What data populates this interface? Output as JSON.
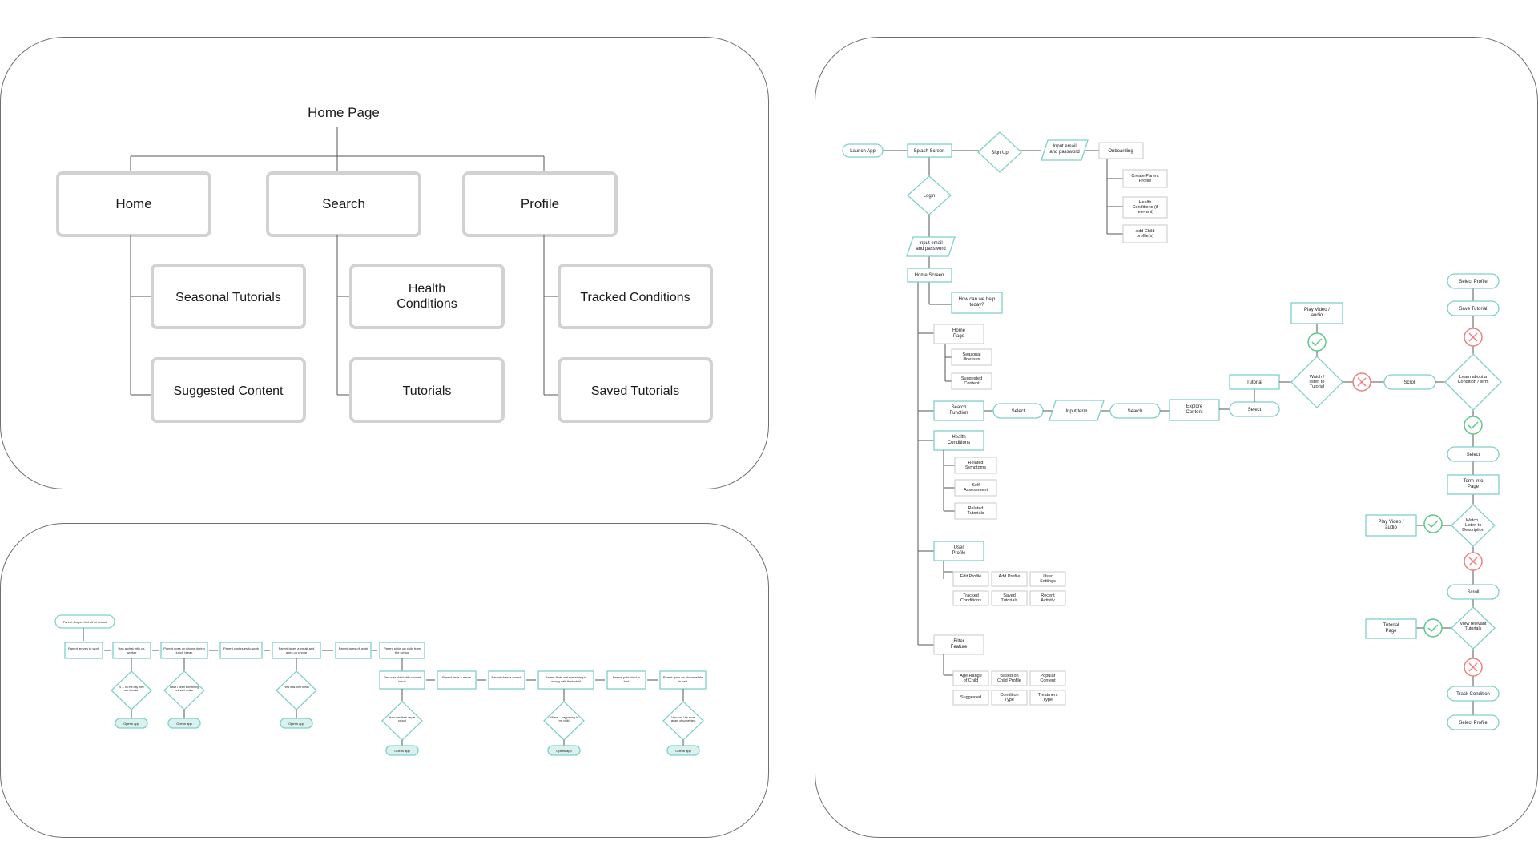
{
  "sitemap": {
    "root": "Home Page",
    "sections": [
      {
        "label": "Home",
        "children": [
          "Seasonal Tutorials",
          "Suggested Content"
        ]
      },
      {
        "label": "Search",
        "children": [
          "Health Conditions",
          "Tutorials"
        ]
      },
      {
        "label": "Profile",
        "children": [
          "Tracked Conditions",
          "Saved Tutorials"
        ]
      }
    ]
  },
  "userflow": {
    "launch": "Launch App",
    "splash": "Splash Screen",
    "signup": "Sign Up",
    "login": "Login",
    "input_email_top": "Input email and password",
    "input_email_left": "Input email and password",
    "onboarding": "Onboarding",
    "onboarding_items": [
      "Create Parent Profile",
      "Health Conditions (if relevant)",
      "Add Child profile(s)"
    ],
    "home_screen": "Home Screen",
    "help": "How can we help today?",
    "home_page": "Home Page",
    "home_items": [
      "Seasonal illnesses",
      "Suggested Content"
    ],
    "search_function": "Search Function",
    "select1": "Select",
    "input_term": "Input term",
    "search": "Search",
    "explore": "Explore Content",
    "select2": "Select",
    "tutorial": "Tutorial",
    "play1": "Play Video / audio",
    "watch1": "Watch / listen to Tutorial",
    "scroll1": "Scroll",
    "health_conditions": "Health Conditions",
    "health_items": [
      "Related Symptoms",
      "Self Assessment",
      "Related Tutorials"
    ],
    "user_profile": "User Profile",
    "profile_items": [
      "Edit Profile",
      "Add Profile",
      "User Settings",
      "Tracked Conditions",
      "Saved Tutorials",
      "Recent Activity"
    ],
    "filter": "Filter Feature",
    "filter_items": [
      "Age Range of Child",
      "Based on Child Profile",
      "Popular Content",
      "Suggested",
      "Condition Type",
      "Treatment Type"
    ],
    "right_col": {
      "select_profile_top": "Select Profile",
      "save_tutorial": "Save Tutorial",
      "learn": "Learn about a Condition / term",
      "select3": "Select",
      "term_info": "Term Info Page",
      "watch2": "Watch / Listen to Description",
      "play2": "Play Video / audio",
      "scroll2": "Scroll",
      "view_relevant": "View relevant Tutorials",
      "tutorial_page": "Tutorial Page",
      "track": "Track Condition",
      "select_profile_bottom": "Select Profile"
    }
  },
  "flow3": {
    "start": "Parent drops child off at school",
    "row1": [
      "Parent arrives to work",
      "Has a chat with co-worker",
      "Parent goes on phone during lunch break",
      "Parent continues to work",
      "Parent takes a break and goes on phone",
      "Parent goes off work",
      "Parent picks up child from the school"
    ],
    "row2": [
      "Discover child with current issue",
      "Parent finds a name",
      "Parent does a search",
      "Parent finds out something is wrong with their child",
      "Parent puts child to bed",
      "Parent goes on phone while in bed"
    ],
    "questions": [
      "Is ... on the day they are familiar",
      "Have I seen something relevant online",
      "How was their break",
      "How was their day at school",
      "Where ... happening to my child",
      "How can I be more aware of something"
    ],
    "end_label": "Opens app"
  }
}
